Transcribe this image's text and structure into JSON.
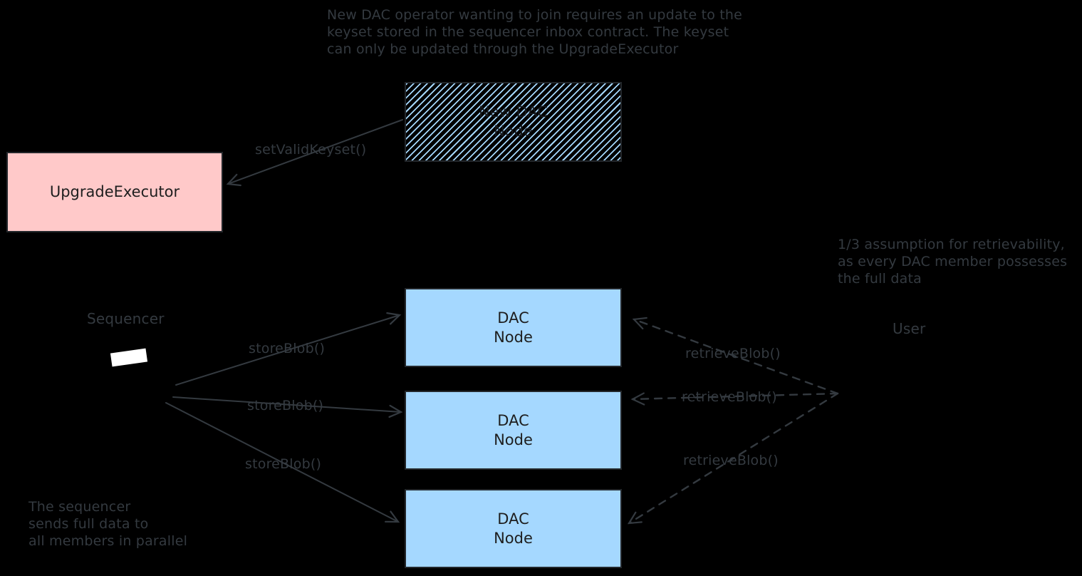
{
  "canvas": {
    "background": "#000000"
  },
  "colors": {
    "stroke": "#343a40",
    "ink": "#1e1e1e",
    "pink_fill": "#ffc9c9",
    "blue_fill": "#a5d8ff",
    "hatch_line": "#a5d8ff",
    "sequencer_block": "#ffffff"
  },
  "notes": {
    "top": "New DAC operator wanting to join requires an update to the\nkeyset stored in the sequencer inbox contract. The keyset\ncan only be updated through the UpgradeExecutor",
    "right": "1/3 assumption for retrievability,\nas every DAC member possesses\nthe full data",
    "bottom_left": "The sequencer\nsends full data to\nall members in parallel"
  },
  "nodes": {
    "new_dac": {
      "label": "New DAC\nNode"
    },
    "upgrade_executor": {
      "label": "UpgradeExecutor"
    },
    "dac_nodes": [
      {
        "label": "DAC\nNode"
      },
      {
        "label": "DAC\nNode"
      },
      {
        "label": "DAC\nNode"
      }
    ],
    "sequencer_label": "Sequencer",
    "user_label": "User"
  },
  "edges": {
    "set_valid_keyset": "setValidKeyset()",
    "store_blob": [
      "storeBlob()",
      "storeBlob()",
      "storeBlob()"
    ],
    "retrieve_blob": [
      "retrieveBlob()",
      "retrieveBlob()",
      "retrieveBlob()"
    ]
  }
}
